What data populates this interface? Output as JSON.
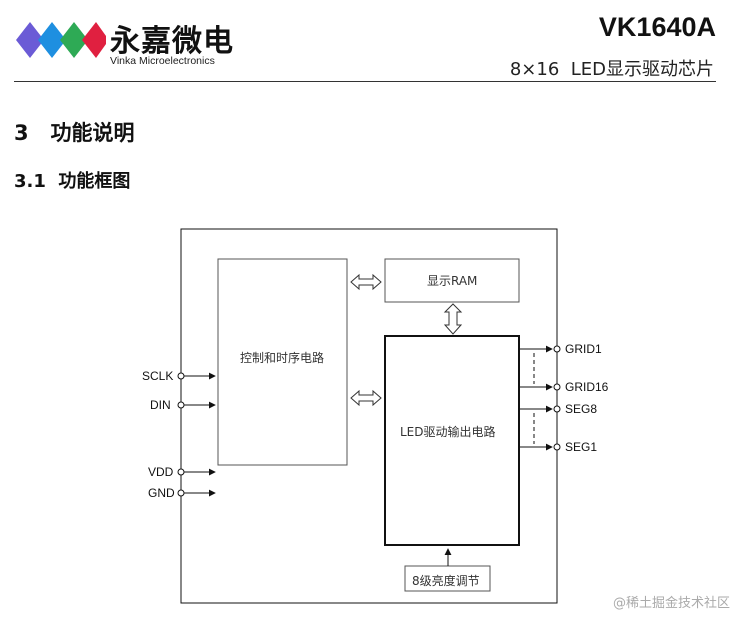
{
  "header": {
    "logo_cn": "永嘉微电",
    "logo_en": "Vinka Microelectronics",
    "model": "VK1640A",
    "subtitle": "8×16  LED显示驱动芯片"
  },
  "sections": {
    "h1": "3   功能说明",
    "h2": "3.1  功能框图"
  },
  "diagram": {
    "blocks": {
      "control": "控制和时序电路",
      "ram": "显示RAM",
      "driver": "LED驱动输出电路",
      "brightness": "8级亮度调节"
    },
    "inputs": [
      "SCLK",
      "DIN",
      "VDD",
      "GND"
    ],
    "outputs": [
      "GRID1",
      "GRID16",
      "SEG8",
      "SEG1"
    ]
  },
  "watermark": "@稀土掘金技术社区",
  "colors": {
    "line": "#111111",
    "watermark": "#aaaaaa",
    "logo": [
      "#6a5acd",
      "#1e90ff",
      "#2e8b57",
      "#dc143c"
    ]
  }
}
